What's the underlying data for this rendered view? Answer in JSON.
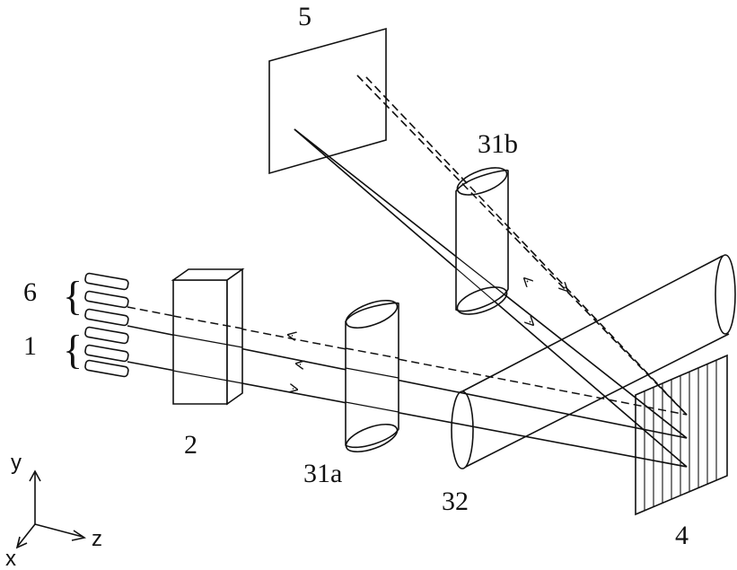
{
  "labels": {
    "screen": "5",
    "lens_upper": "31b",
    "group_upper": "6",
    "group_lower": "1",
    "block": "2",
    "lens_lower": "31a",
    "lens_big": "32",
    "grating": "4"
  },
  "axes": {
    "y": "y",
    "z": "z",
    "x": "x"
  }
}
